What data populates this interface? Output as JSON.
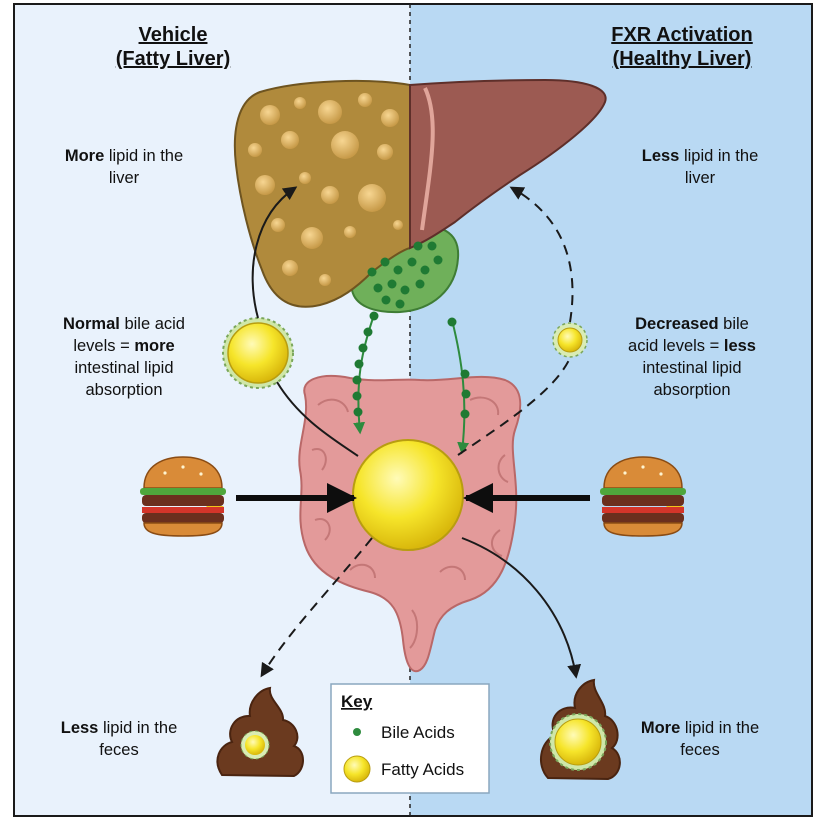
{
  "left_panel": {
    "title_line1": "Vehicle",
    "title_line2": "(Fatty Liver)",
    "liver_text": {
      "bold": "More",
      "rest": " lipid in the",
      "line2": "liver"
    },
    "bile_text": {
      "l1_bold": "Normal",
      "l1_rest": " bile acid",
      "l2_pre": "levels = ",
      "l2_bold": "more",
      "l3": "intestinal lipid",
      "l4": "absorption"
    },
    "feces_text": {
      "bold": "Less",
      "rest": " lipid in the",
      "line2": "feces"
    }
  },
  "right_panel": {
    "title_line1": "FXR Activation",
    "title_line2": "(Healthy Liver)",
    "liver_text": {
      "bold": "Less",
      "rest": " lipid in the",
      "line2": "liver"
    },
    "bile_text": {
      "l1_bold": "Decreased",
      "l1_rest": " bile",
      "l2_pre": "acid levels = ",
      "l2_bold": "less",
      "l3": "intestinal lipid",
      "l4": "absorption"
    },
    "feces_text": {
      "bold": "More",
      "rest": " lipid in the",
      "line2": "feces"
    }
  },
  "key": {
    "title": "Key",
    "items": [
      {
        "label": "Bile Acids",
        "icon": "green-dot-icon",
        "color": "#2e8b3e"
      },
      {
        "label": "Fatty Acids",
        "icon": "yellow-circle-icon",
        "color": "#f2e31f"
      }
    ]
  },
  "colors": {
    "left_bg": "#e9f2fc",
    "right_bg": "#b9d9f3",
    "fatty_liver": "#b08a3c",
    "healthy_liver": "#9c5a52",
    "gallbladder": "#6fb05a",
    "bile_acid": "#2e8b3e",
    "fatty_acid": "#f2e31f",
    "intestine": "#e39a9a"
  }
}
